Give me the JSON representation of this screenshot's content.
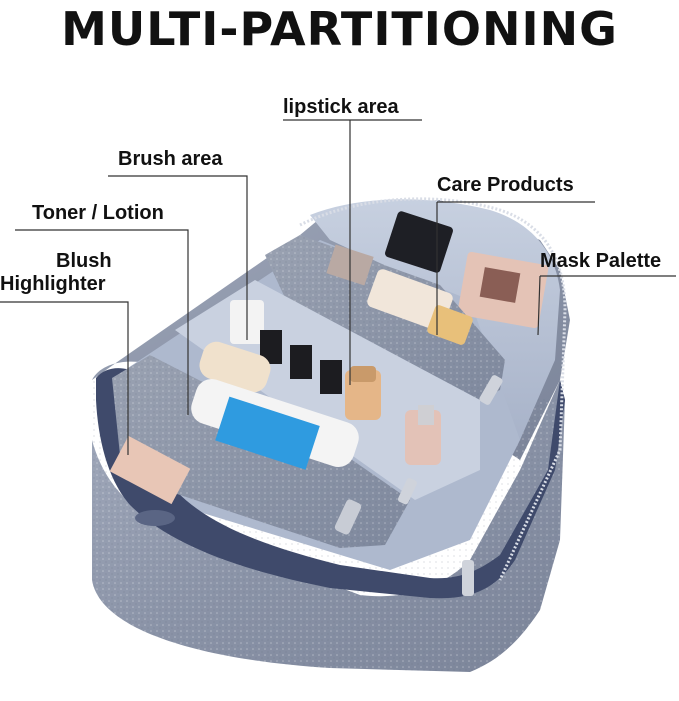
{
  "title": "MULTI-PARTITIONING",
  "labels": {
    "lipstick": "lipstick area",
    "brush": "Brush area",
    "care": "Care Products",
    "toner": "Toner / Lotion",
    "mask": "Mask Palette",
    "blush_line1": "Blush",
    "blush_line2": "Highlighter"
  },
  "colors": {
    "bag_denim": "#8e97aa",
    "bag_dark": "#3f4a6b",
    "lining": "#b9c3d6",
    "callout_line": "#333333"
  }
}
